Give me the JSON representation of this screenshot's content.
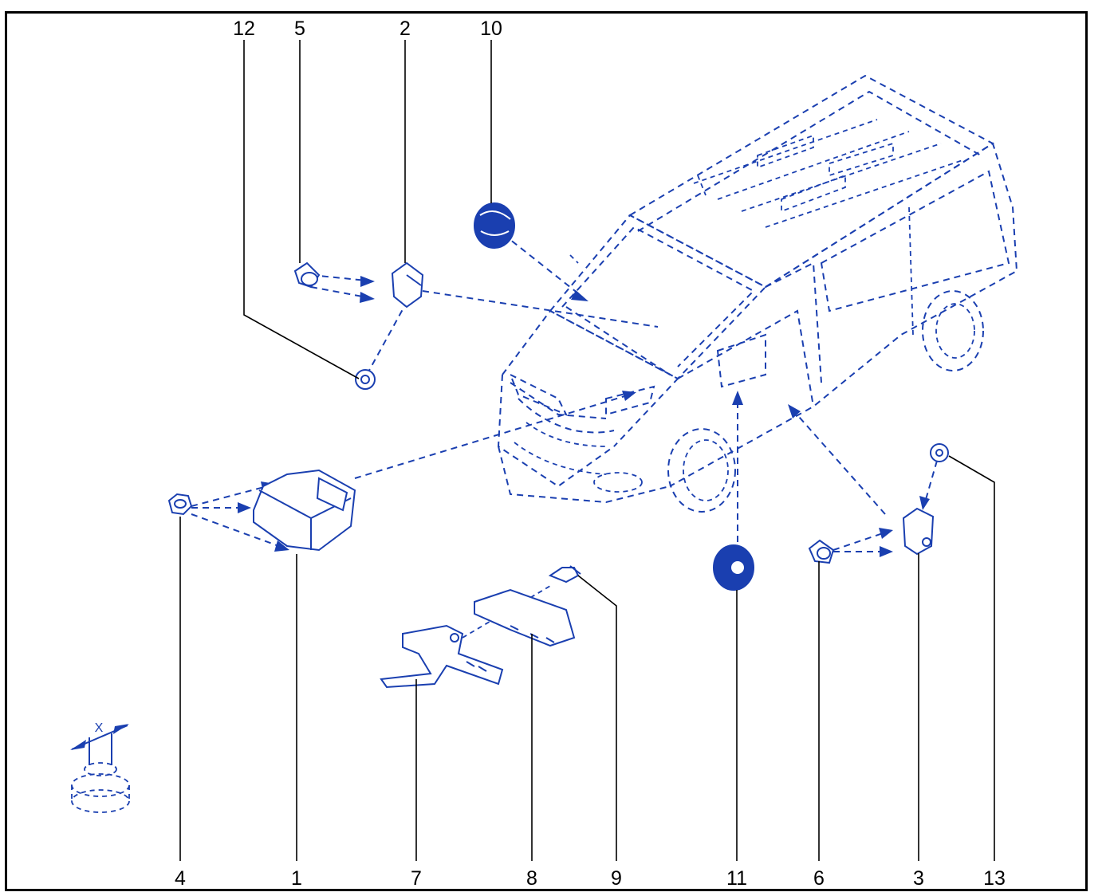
{
  "diagram": {
    "callouts_top": [
      "12",
      "5",
      "2",
      "10"
    ],
    "callouts_bottom": [
      "4",
      "1",
      "7",
      "8",
      "9",
      "11",
      "6",
      "3",
      "13"
    ],
    "dimension_label": "X"
  },
  "colors": {
    "line": "#1a3fb0",
    "frame": "#000000"
  }
}
